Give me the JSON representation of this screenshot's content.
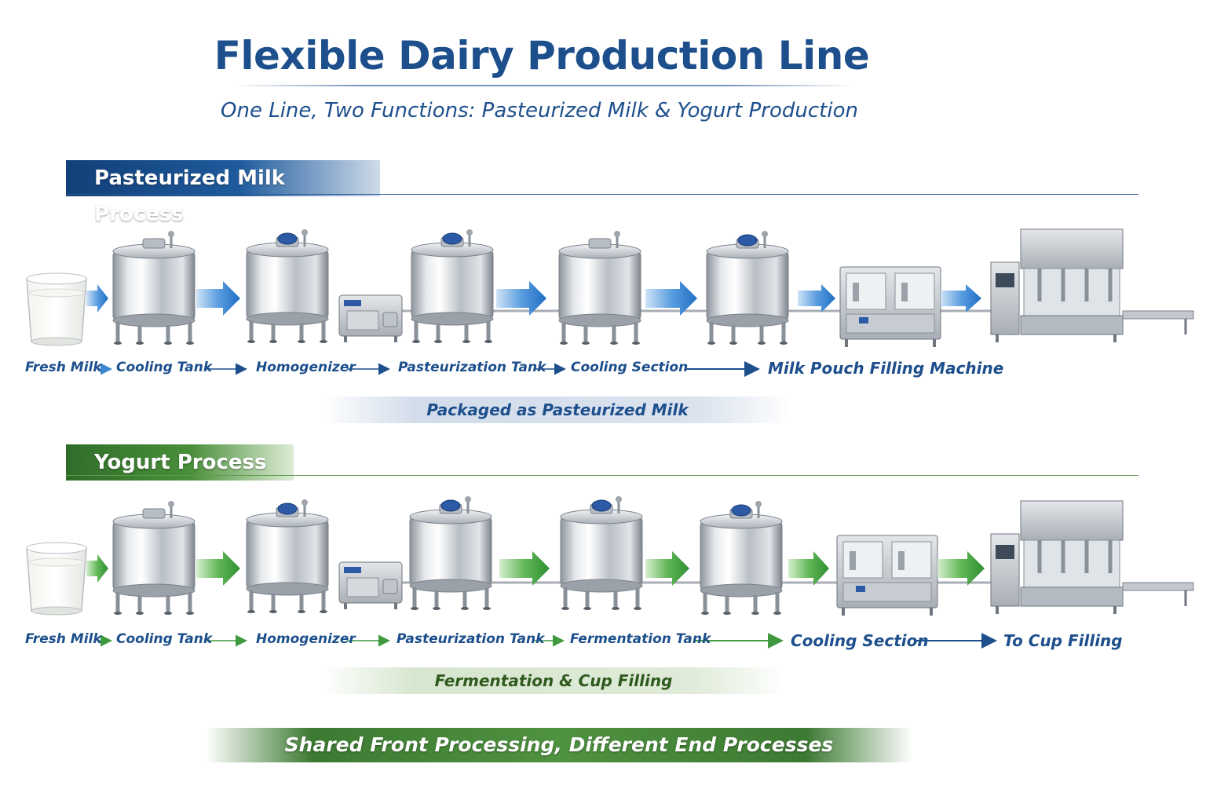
{
  "title": "Flexible Dairy Production Line",
  "subtitle": "One Line, Two Functions: Pasteurized Milk & Yogurt Production",
  "milk_process": {
    "header": "Pasteurized Milk Process",
    "steps": [
      "Fresh Milk",
      "Cooling Tank",
      "Homogenizer",
      "Pasteurization Tank",
      "Cooling Section",
      "Milk Pouch Filling Machine"
    ],
    "note": "Packaged as Pasteurized Milk"
  },
  "yogurt_process": {
    "header": "Yogurt Process",
    "steps": [
      "Fresh Milk",
      "Cooling Tank",
      "Homogenizer",
      "Pasteurization Tank",
      "Fermentation Tank",
      "Cooling Section",
      "To Cup Filling"
    ],
    "note": "Fermentation & Cup Filling"
  },
  "footer": "Shared Front Processing, Different End Processes",
  "colors": {
    "navy": "#1d4f8c",
    "blue_arrow": "#3a86d1",
    "green_arrow": "#4aa84a",
    "steel": "#c9ced4"
  },
  "icons": [
    "milk-glass-icon",
    "steel-tank-icon",
    "homogenizer-pump-icon",
    "pouch-filling-machine-icon",
    "cup-filling-machine-icon"
  ]
}
